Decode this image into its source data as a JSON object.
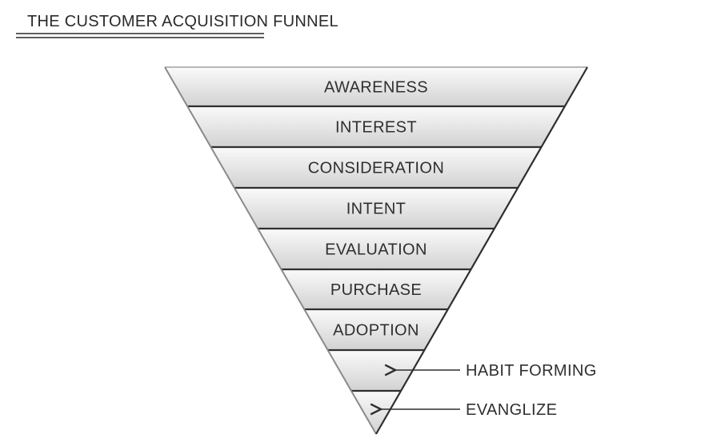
{
  "title": "THE CUSTOMER ACQUISITION FUNNEL",
  "stages": [
    {
      "label": "AWARENESS"
    },
    {
      "label": "INTEREST"
    },
    {
      "label": "CONSIDERATION"
    },
    {
      "label": "INTENT"
    },
    {
      "label": "EVALUATION"
    },
    {
      "label": "PURCHASE"
    },
    {
      "label": "ADOPTION"
    },
    {
      "label": ""
    },
    {
      "label": ""
    }
  ],
  "callouts": [
    {
      "label": "HABIT FORMING",
      "stage_index": 7
    },
    {
      "label": "EVANGLIZE",
      "stage_index": 8
    }
  ],
  "colors": {
    "ink": "#2f2f2f",
    "shade_top": "#f4f4f4",
    "shade_bottom": "#d6d6d6"
  }
}
